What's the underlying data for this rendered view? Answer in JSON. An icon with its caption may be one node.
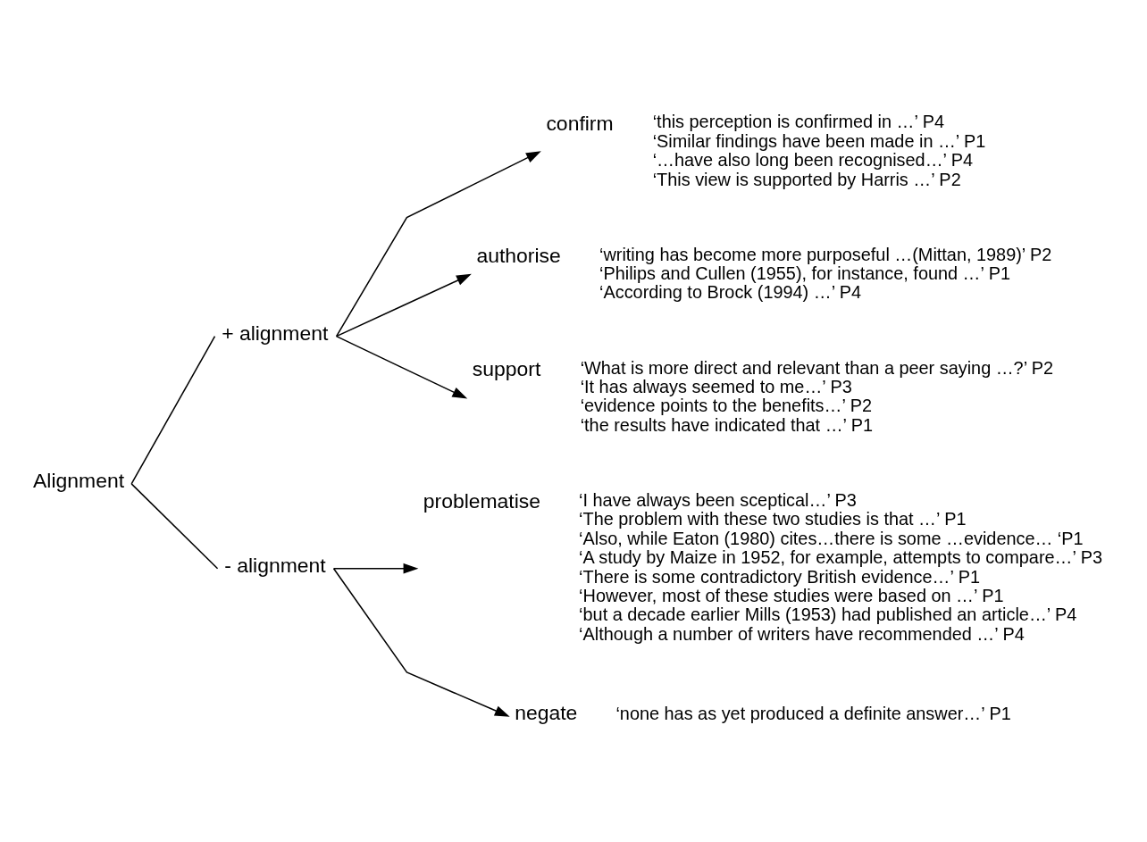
{
  "diagram": {
    "nodes": [
      {
        "text": [
          "Alignment"
        ]
      },
      {
        "text": [
          "+ alignment"
        ]
      },
      {
        "text": [
          "confirm"
        ],
        "beside": [
          "‘this perception is confirmed in …’ P4",
          "‘Similar findings have been made in …’ P1",
          "‘…have also long been recognised…’ P4",
          "‘This view is supported by Harris …’ P2"
        ]
      },
      {
        "text": [
          "authorise"
        ],
        "beside": [
          "‘writing has become more purposeful …(Mittan, 1989)’ P2",
          "‘Philips and Cullen (1955), for instance, found …’ P1",
          "‘According to Brock (1994) …’ P4"
        ]
      },
      {
        "text": [
          "support"
        ],
        "beside": [
          "‘What is more direct and relevant than a peer saying …?’ P2",
          "‘It has always seemed to me…’ P3",
          "‘evidence points to the benefits…’ P2",
          "‘the results have indicated that …’ P1"
        ]
      },
      {
        "text": [
          "- alignment"
        ]
      },
      {
        "text": [
          "problematise"
        ],
        "beside": [
          "‘I have always been sceptical…’ P3",
          "‘The problem with these two studies is that …’ P1",
          "‘Also, while Eaton (1980) cites…there is some …evidence… ‘P1",
          "‘A study by Maize in 1952, for example, attempts to compare…’ P3",
          "‘There is some contradictory British evidence…’ P1",
          " ‘However, most of these studies were based on …’ P1",
          "‘but a decade earlier Mills (1953) had published an article…’ P4",
          "‘Although a number of writers have recommended …’ P4"
        ]
      },
      {
        "text": [
          "negate"
        ],
        "beside": [
          "‘none has as yet produced a definite answer…’ P1"
        ]
      }
    ],
    "edges": [
      {
        "from": 0,
        "to": 1,
        "arrow": "none"
      },
      {
        "from": 0,
        "to": 5,
        "arrow": "none"
      },
      {
        "from": 1,
        "to": 2,
        "arrow": "to"
      },
      {
        "from": 1,
        "to": 3,
        "arrow": "to"
      },
      {
        "from": 1,
        "to": 4,
        "arrow": "to"
      },
      {
        "from": 5,
        "to": 6,
        "arrow": "to"
      },
      {
        "from": 5,
        "to": 7,
        "arrow": "to"
      }
    ]
  }
}
